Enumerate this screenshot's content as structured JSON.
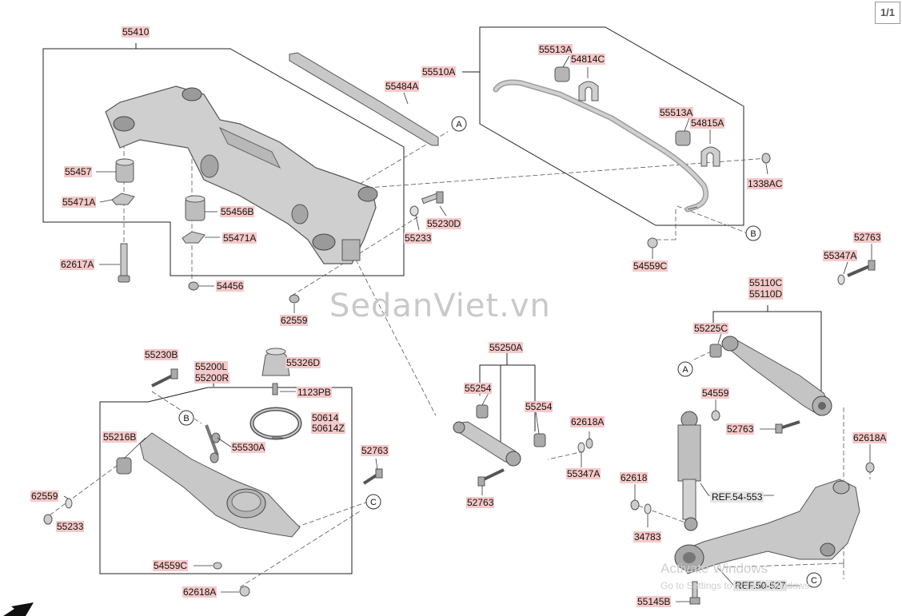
{
  "page": {
    "number": "1/1"
  },
  "watermark": {
    "text": "SedanViet.vn"
  },
  "os_notice": {
    "title": "Activate Windows",
    "subtitle": "Go to Settings to activate Windows."
  },
  "parts": {
    "p55410": "55410",
    "p55484A": "55484A",
    "p55510A": "55510A",
    "p55513A_1": "55513A",
    "p54814C": "54814C",
    "p55513A_2": "55513A",
    "p54815A": "54815A",
    "p1338AC": "1338AC",
    "p55457": "55457",
    "p55471A_1": "55471A",
    "p55456B": "55456B",
    "p55471A_2": "55471A",
    "p62617A": "62617A",
    "p54456": "54456",
    "p55230D": "55230D",
    "p55233_1": "55233",
    "p62559_1": "62559",
    "p54559C_1": "54559C",
    "p52763_1": "52763",
    "p55347A_1": "55347A",
    "p55110C": "55110C",
    "p55110D": "55110D",
    "p55225C": "55225C",
    "p54559": "54559",
    "p52763_2": "52763",
    "p62618A_1": "62618A",
    "p62618": "62618",
    "p34783": "34783",
    "p55145B": "55145B",
    "p55230B": "55230B",
    "p55200L": "55200L",
    "p55200R": "55200R",
    "p55326D": "55326D",
    "p1123PB": "1123PB",
    "p50614": "50614",
    "p50614Z": "50614Z",
    "p55216B": "55216B",
    "p55530A": "55530A",
    "p52763_3": "52763",
    "p62559_2": "62559",
    "p55233_2": "55233",
    "p54559C_2": "54559C",
    "p62618A_2": "62618A",
    "p55250A": "55250A",
    "p55254_1": "55254",
    "p55254_2": "55254",
    "p62618A_3": "62618A",
    "p55347A_2": "55347A",
    "p52763_4": "52763"
  },
  "refs": {
    "ref1": "REF.54-553",
    "ref2": "REF.50-527"
  },
  "callouts": {
    "A": "A",
    "B": "B",
    "C": "C"
  }
}
